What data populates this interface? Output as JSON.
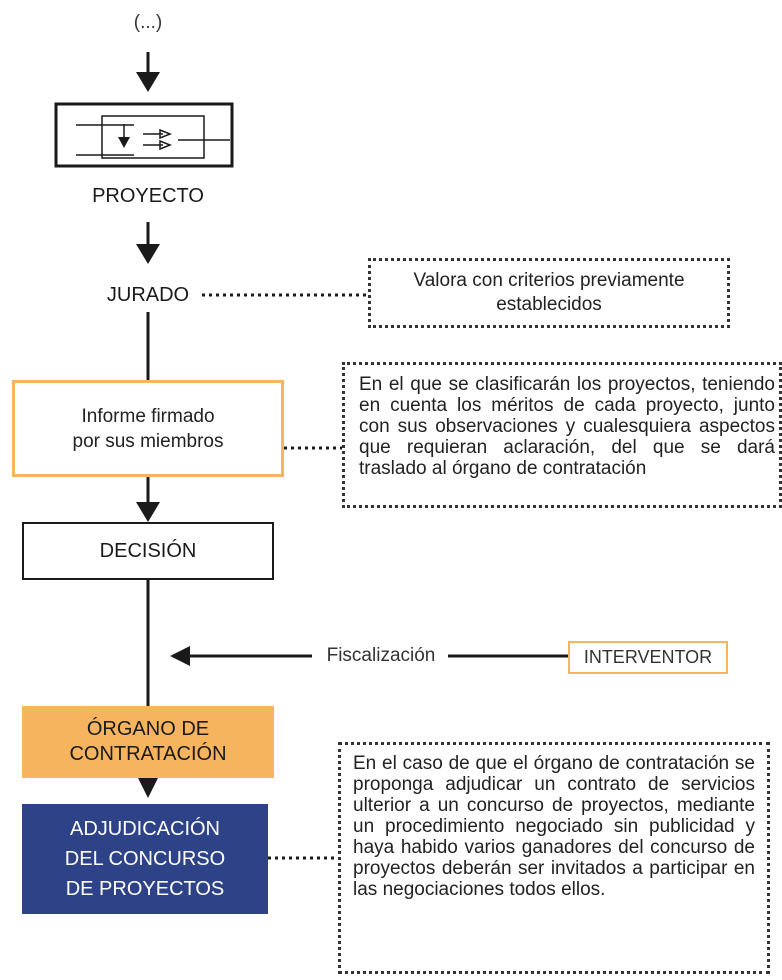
{
  "flow": {
    "top_ellipsis": "(...)",
    "proyecto_label": "PROYECTO",
    "jurado_label": "JURADO",
    "informe_text": [
      "Informe firmado",
      "por sus miembros"
    ],
    "decision_label": "DECISIÓN",
    "fiscalizacion_label": "Fiscalización",
    "interventor_label": "INTERVENTOR",
    "organo_text": [
      "ÓRGANO DE",
      "CONTRATACIÓN"
    ],
    "adjudicacion_text": [
      "ADJUDICACIÓN",
      "DEL CONCURSO",
      "DE PROYECTOS"
    ]
  },
  "notes": {
    "jurado_note": [
      "Valora con criterios previamente",
      "establecidos"
    ],
    "informe_note": "En el que se clasificarán los proyectos, teniendo en cuenta los méritos de cada proyecto, junto con sus observaciones y cualesquiera aspectos que requieran aclaración, del que se dará traslado al órgano de contratación",
    "adjudicacion_note": "En el caso de que el órgano de contratación se proponga adjudicar un contrato de servicios ulterior a un concurso de proyectos, mediante un procedimiento negociado sin publicidad y haya habido varios ganadores del concurso de proyectos deberán ser invitados a participar en las negociaciones todos ellos."
  },
  "colors": {
    "orange_border": "#f7b45c",
    "orange_fill": "#f6b45f",
    "navy_fill": "#2e4288",
    "line": "#1a1a1a"
  },
  "icons": {
    "project_icon": "blueprint-arrows-icon"
  }
}
